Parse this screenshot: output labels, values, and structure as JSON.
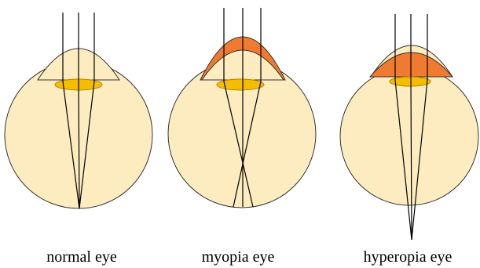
{
  "colors": {
    "eyeball": "#fdecc0",
    "outline": "#333333",
    "lens": "#f5bd00",
    "lens_outline": "#b08400",
    "cornea_added": "#f07b30",
    "ray": "#000000",
    "background": "#ffffff"
  },
  "eyes": [
    {
      "label": "normal eye"
    },
    {
      "label": "myopia eye"
    },
    {
      "label": "hyperopia eye"
    }
  ]
}
